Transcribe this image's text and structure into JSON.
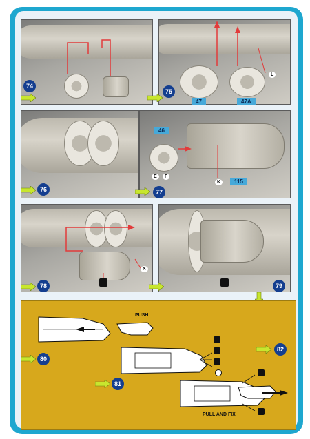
{
  "steps": [
    "74",
    "75",
    "76",
    "77",
    "78",
    "79",
    "80",
    "81",
    "82"
  ],
  "part_labels": {
    "p47": "47",
    "p47a": "47A",
    "p46": "46",
    "p115": "115"
  },
  "symbols": {
    "letter_l": "L",
    "letter_e": "E",
    "letter_f": "F",
    "letter_k": "K",
    "letter_x": "X"
  },
  "instructions": {
    "push": "PUSH",
    "pull_and_fix": "PULL AND FIX"
  },
  "colors": {
    "frame_blue": "#1ea7cf",
    "step_circle": "#143e8f",
    "panel_yellow": "#d7a81c",
    "guide_red": "#e23b3b",
    "arrow_green": "#c8e62e"
  }
}
